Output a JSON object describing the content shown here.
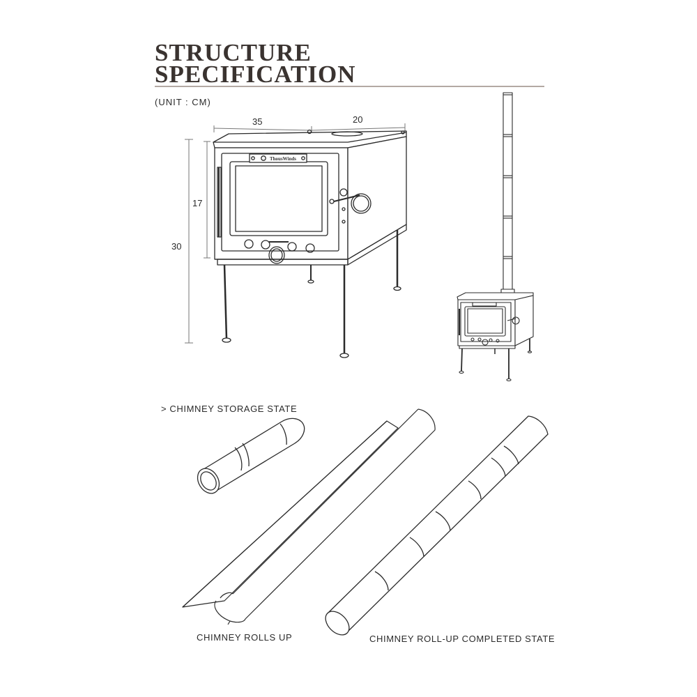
{
  "heading": {
    "line1": "STRUCTURE",
    "line2": "SPECIFICATION"
  },
  "unit_note": "(UNIT : CM)",
  "dimensions": {
    "width": "35",
    "depth": "20",
    "body_height": "17",
    "total_height": "30"
  },
  "stove_brand": "ThousWinds",
  "captions": {
    "storage_state": ">  CHIMNEY STORAGE STATE",
    "rolls_up": "CHIMNEY ROLLS UP",
    "roll_up_completed": "CHIMNEY ROLL-UP COMPLETED STATE"
  },
  "colors": {
    "line": "#2b2b2b",
    "title": "#3a3330",
    "rule": "#b3a9a3",
    "dimension_line": "#777777"
  }
}
